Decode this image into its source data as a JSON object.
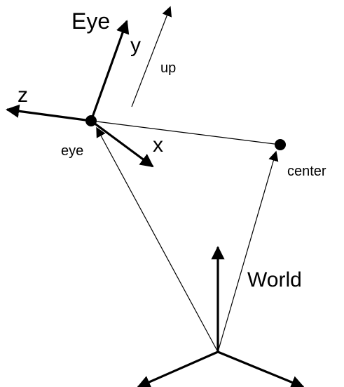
{
  "labels": {
    "eye_frame": "Eye",
    "axis_y": "y",
    "axis_z": "z",
    "axis_x": "x",
    "up_vector": "up",
    "eye_point": "eye",
    "center_point": "center",
    "world_frame": "World"
  },
  "colors": {
    "ink": "#000000",
    "background": "#ffffff"
  }
}
